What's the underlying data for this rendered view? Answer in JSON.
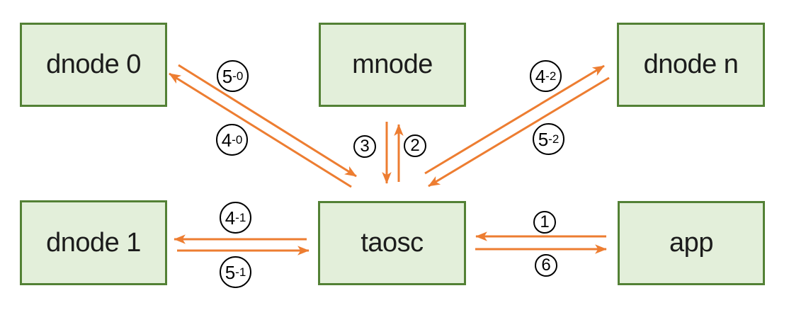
{
  "colors": {
    "background": "#ffffff",
    "node_fill": "#e3efda",
    "node_border": "#538135",
    "arrow": "#ed7d31",
    "circle_border": "#000000",
    "text": "#1c1c1c"
  },
  "nodes": [
    {
      "id": "dnode-0",
      "label": "dnode 0"
    },
    {
      "id": "mnode",
      "label": "mnode"
    },
    {
      "id": "dnode-n",
      "label": "dnode n"
    },
    {
      "id": "dnode-1",
      "label": "dnode 1"
    },
    {
      "id": "taosc",
      "label": "taosc"
    },
    {
      "id": "app",
      "label": "app"
    }
  ],
  "edge_labels": [
    {
      "id": "5-0",
      "big": "5",
      "small": "-0"
    },
    {
      "id": "4-0",
      "big": "4",
      "small": "-0"
    },
    {
      "id": "3",
      "big": "3",
      "small": ""
    },
    {
      "id": "2",
      "big": "2",
      "small": ""
    },
    {
      "id": "4-2",
      "big": "4",
      "small": "-2"
    },
    {
      "id": "5-2",
      "big": "5",
      "small": "-2"
    },
    {
      "id": "4-1",
      "big": "4",
      "small": "-1"
    },
    {
      "id": "5-1",
      "big": "5",
      "small": "-1"
    },
    {
      "id": "1",
      "big": "1",
      "small": ""
    },
    {
      "id": "6",
      "big": "6",
      "small": ""
    }
  ],
  "edges": [
    {
      "from": "dnode 0",
      "to": "taosc",
      "label": "5-0"
    },
    {
      "from": "taosc",
      "to": "dnode 0",
      "label": "4-0"
    },
    {
      "from": "mnode",
      "to": "taosc",
      "label": "3"
    },
    {
      "from": "taosc",
      "to": "mnode",
      "label": "2"
    },
    {
      "from": "taosc",
      "to": "dnode n",
      "label": "4-2"
    },
    {
      "from": "dnode n",
      "to": "taosc",
      "label": "5-2"
    },
    {
      "from": "taosc",
      "to": "dnode 1",
      "label": "4-1"
    },
    {
      "from": "dnode 1",
      "to": "taosc",
      "label": "5-1"
    },
    {
      "from": "app",
      "to": "taosc",
      "label": "1"
    },
    {
      "from": "taosc",
      "to": "app",
      "label": "6"
    }
  ]
}
